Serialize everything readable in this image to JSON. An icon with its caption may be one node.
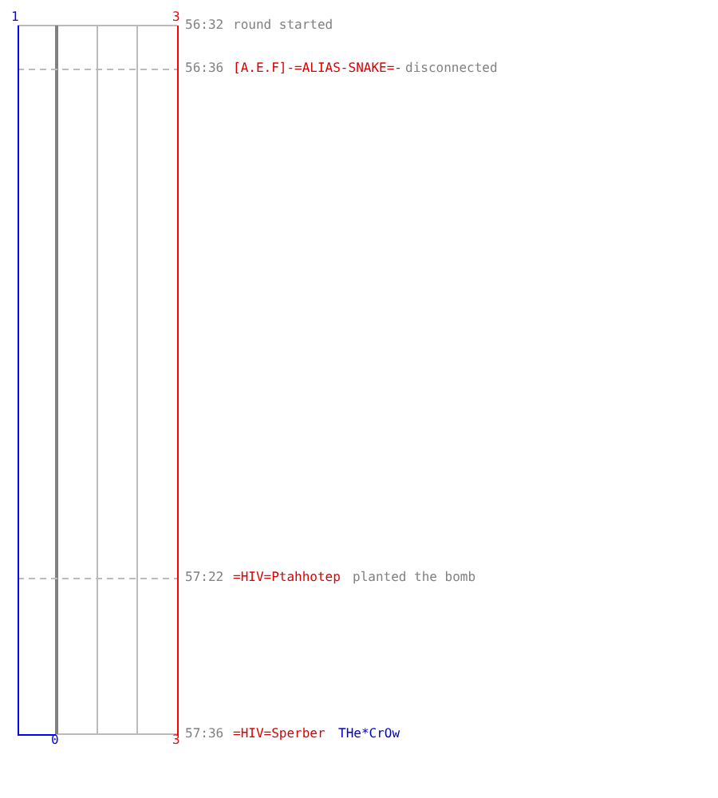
{
  "diagram": {
    "labels": [
      "1",
      "3",
      "56:32",
      "round started",
      "56:36",
      "[A.E.F]-=ALIAS-SNAKE=-",
      "disconnected",
      "57:22",
      "=HIV=Ptahhotep",
      "planted the bomb",
      "57:36",
      "=HIV=Sperber",
      "THe*CrOw",
      "0",
      "3"
    ]
  }
}
